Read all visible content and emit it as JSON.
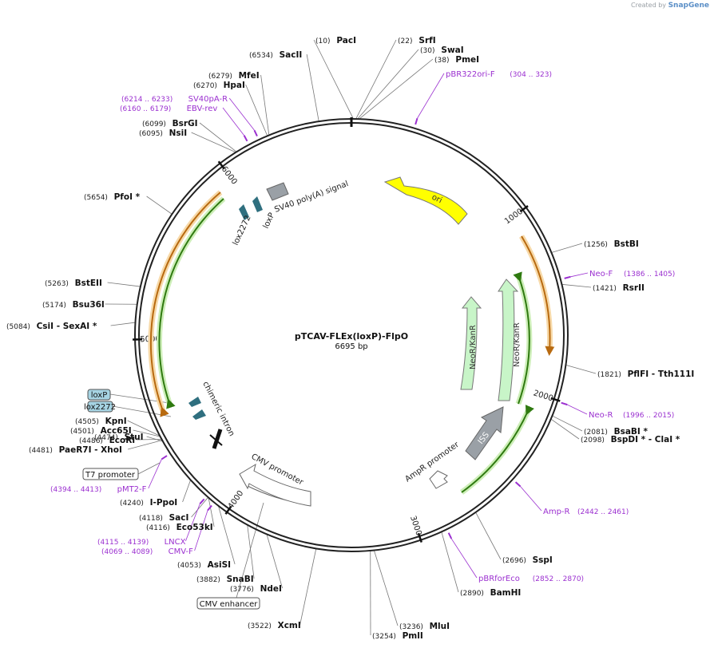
{
  "credit": {
    "prefix": "Created by",
    "brand": "SnapGene"
  },
  "plasmid": {
    "name": "pTCAV-FLEx(loxP)-FlpO",
    "length_label": "6695 bp",
    "length": 6695
  },
  "ticks": [
    "1000",
    "2000",
    "3000",
    "4000",
    "5000",
    "6000"
  ],
  "enzymes": [
    {
      "name": "PacI",
      "pos": "10",
      "bp": 10
    },
    {
      "name": "SrfI",
      "pos": "22",
      "bp": 22
    },
    {
      "name": "SwaI",
      "pos": "30",
      "bp": 30
    },
    {
      "name": "PmeI",
      "pos": "38",
      "bp": 38
    },
    {
      "name": "BstBI",
      "pos": "1256",
      "bp": 1256
    },
    {
      "name": "RsrII",
      "pos": "1421",
      "bp": 1421
    },
    {
      "name": "PflFI - Tth111I",
      "pos": "1821",
      "bp": 1821
    },
    {
      "name": "BsaBI *",
      "pos": "2081",
      "bp": 2081
    },
    {
      "name": "BspDI * - ClaI *",
      "pos": "2098",
      "bp": 2098
    },
    {
      "name": "SspI",
      "pos": "2696",
      "bp": 2696
    },
    {
      "name": "BamHI",
      "pos": "2890",
      "bp": 2890
    },
    {
      "name": "MluI",
      "pos": "3236",
      "bp": 3236
    },
    {
      "name": "PmlI",
      "pos": "3254",
      "bp": 3254
    },
    {
      "name": "XcmI",
      "pos": "3522",
      "bp": 3522
    },
    {
      "name": "NdeI",
      "pos": "3776",
      "bp": 3776
    },
    {
      "name": "SnaBI",
      "pos": "3882",
      "bp": 3882
    },
    {
      "name": "AsiSI",
      "pos": "4053",
      "bp": 4053
    },
    {
      "name": "Eco53kI",
      "pos": "4116",
      "bp": 4116
    },
    {
      "name": "SacI",
      "pos": "4118",
      "bp": 4118
    },
    {
      "name": "I-PpoI",
      "pos": "4240",
      "bp": 4240
    },
    {
      "name": "StuI",
      "pos": "4474",
      "bp": 4474
    },
    {
      "name": "PaeR7I - XhoI",
      "pos": "4481",
      "bp": 4481
    },
    {
      "name": "EcoRI",
      "pos": "4486",
      "bp": 4486
    },
    {
      "name": "Acc65I",
      "pos": "4501",
      "bp": 4501
    },
    {
      "name": "KpnI",
      "pos": "4505",
      "bp": 4505
    },
    {
      "name": "CsiI - SexAI *",
      "pos": "5084",
      "bp": 5084
    },
    {
      "name": "Bsu36I",
      "pos": "5174",
      "bp": 5174
    },
    {
      "name": "BstEII",
      "pos": "5263",
      "bp": 5263
    },
    {
      "name": "PfoI *",
      "pos": "5654",
      "bp": 5654
    },
    {
      "name": "NsiI",
      "pos": "6095",
      "bp": 6095
    },
    {
      "name": "BsrGI",
      "pos": "6099",
      "bp": 6099
    },
    {
      "name": "HpaI",
      "pos": "6270",
      "bp": 6270
    },
    {
      "name": "MfeI",
      "pos": "6279",
      "bp": 6279
    },
    {
      "name": "SacII",
      "pos": "6534",
      "bp": 6534
    }
  ],
  "primers": [
    {
      "name": "pBR322ori-F",
      "range": "(304 .. 323)",
      "bp": 314
    },
    {
      "name": "Neo-F",
      "range": "(1386 .. 1405)",
      "bp": 1396
    },
    {
      "name": "Neo-R",
      "range": "(1996 .. 2015)",
      "bp": 2006
    },
    {
      "name": "Amp-R",
      "range": "(2442 .. 2461)",
      "bp": 2452
    },
    {
      "name": "pBRforEco",
      "range": "(2852 .. 2870)",
      "bp": 2861
    },
    {
      "name": "CMV-F",
      "range": "(4069 .. 4089)",
      "bp": 4079
    },
    {
      "name": "LNCX",
      "range": "(4115 .. 4139)",
      "bp": 4127
    },
    {
      "name": "pMT2-F",
      "range": "(4394 .. 4413)",
      "bp": 4404
    },
    {
      "name": "EBV-rev",
      "range": "(6160 .. 6179)",
      "bp": 6170
    },
    {
      "name": "SV40pA-R",
      "range": "(6214 .. 6233)",
      "bp": 6224
    }
  ],
  "outside_boxes": {
    "loxp": "loxP",
    "lox2272": "lox2272",
    "t7": "T7 promoter",
    "cmv_enh": "CMV enhancer"
  },
  "features": {
    "ori": "ori",
    "neo1": "NeoR/KanR",
    "neo2": "NeoR/KanR",
    "iss": "ISS",
    "ampr_prom": "AmpR promoter",
    "cmv_prom": "CMV promoter",
    "chimeric": "chimeric intron",
    "sv40": "SV40 poly(A) signal",
    "loxp_in": "loxP",
    "lox2272_in": "lox2272"
  },
  "colors": {
    "backbone": "#222222",
    "primer": "#9b30d0",
    "ori": "#ffff00",
    "neo": "#c8f5c8",
    "grey_feature": "#9aa0a6",
    "lox": "#2f6f7f",
    "orange_arc": "#d98a1c",
    "green_arc": "#3a8a1a",
    "box_fill": "#a6d4e3"
  }
}
